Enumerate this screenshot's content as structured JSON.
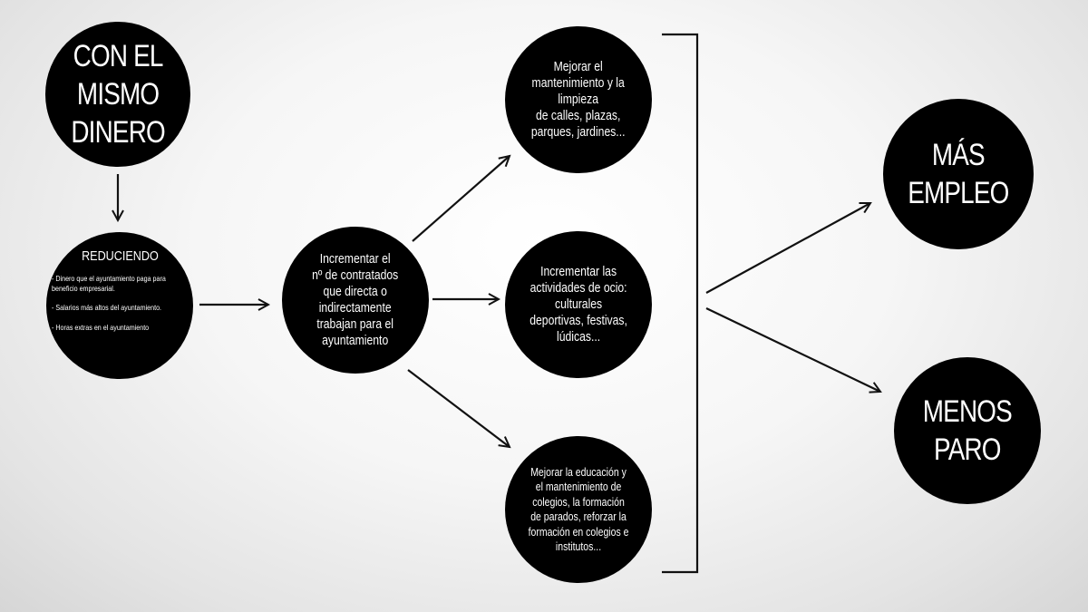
{
  "nodes": {
    "con_el_mismo_dinero": "CON EL\nMISMO\nDINERO",
    "reduciendo": {
      "title": "REDUCIENDO",
      "items": [
        "- Dinero que el ayuntamiento paga para beneficio empresarial.",
        "- Salarios más altos del ayuntamiento.",
        "- Horas extras en  el ayuntamiento"
      ]
    },
    "incrementar_contratados": "Incrementar el\nnº de contratados\nque directa o\nindirectamente\ntrabajan para el\nayuntamiento",
    "mejorar_mantenimiento": "Mejorar el\nmantenimiento y la\nlimpieza\nde calles, plazas,\nparques, jardines...",
    "incrementar_actividades": "Incrementar las\nactividades de ocio:\nculturales\ndeportivas, festivas,\nlúdicas...",
    "mejorar_educacion": "Mejorar la educación y\nel mantenimiento de\ncolegios, la formación\nde parados, reforzar  la\nformación en colegios e\ninstitutos...",
    "mas_empleo": "MÁS\nEMPLEO",
    "menos_paro": "MENOS\nPARO"
  },
  "colors": {
    "node_fill": "#000000",
    "node_text": "#ffffff",
    "arrow": "#111111"
  }
}
